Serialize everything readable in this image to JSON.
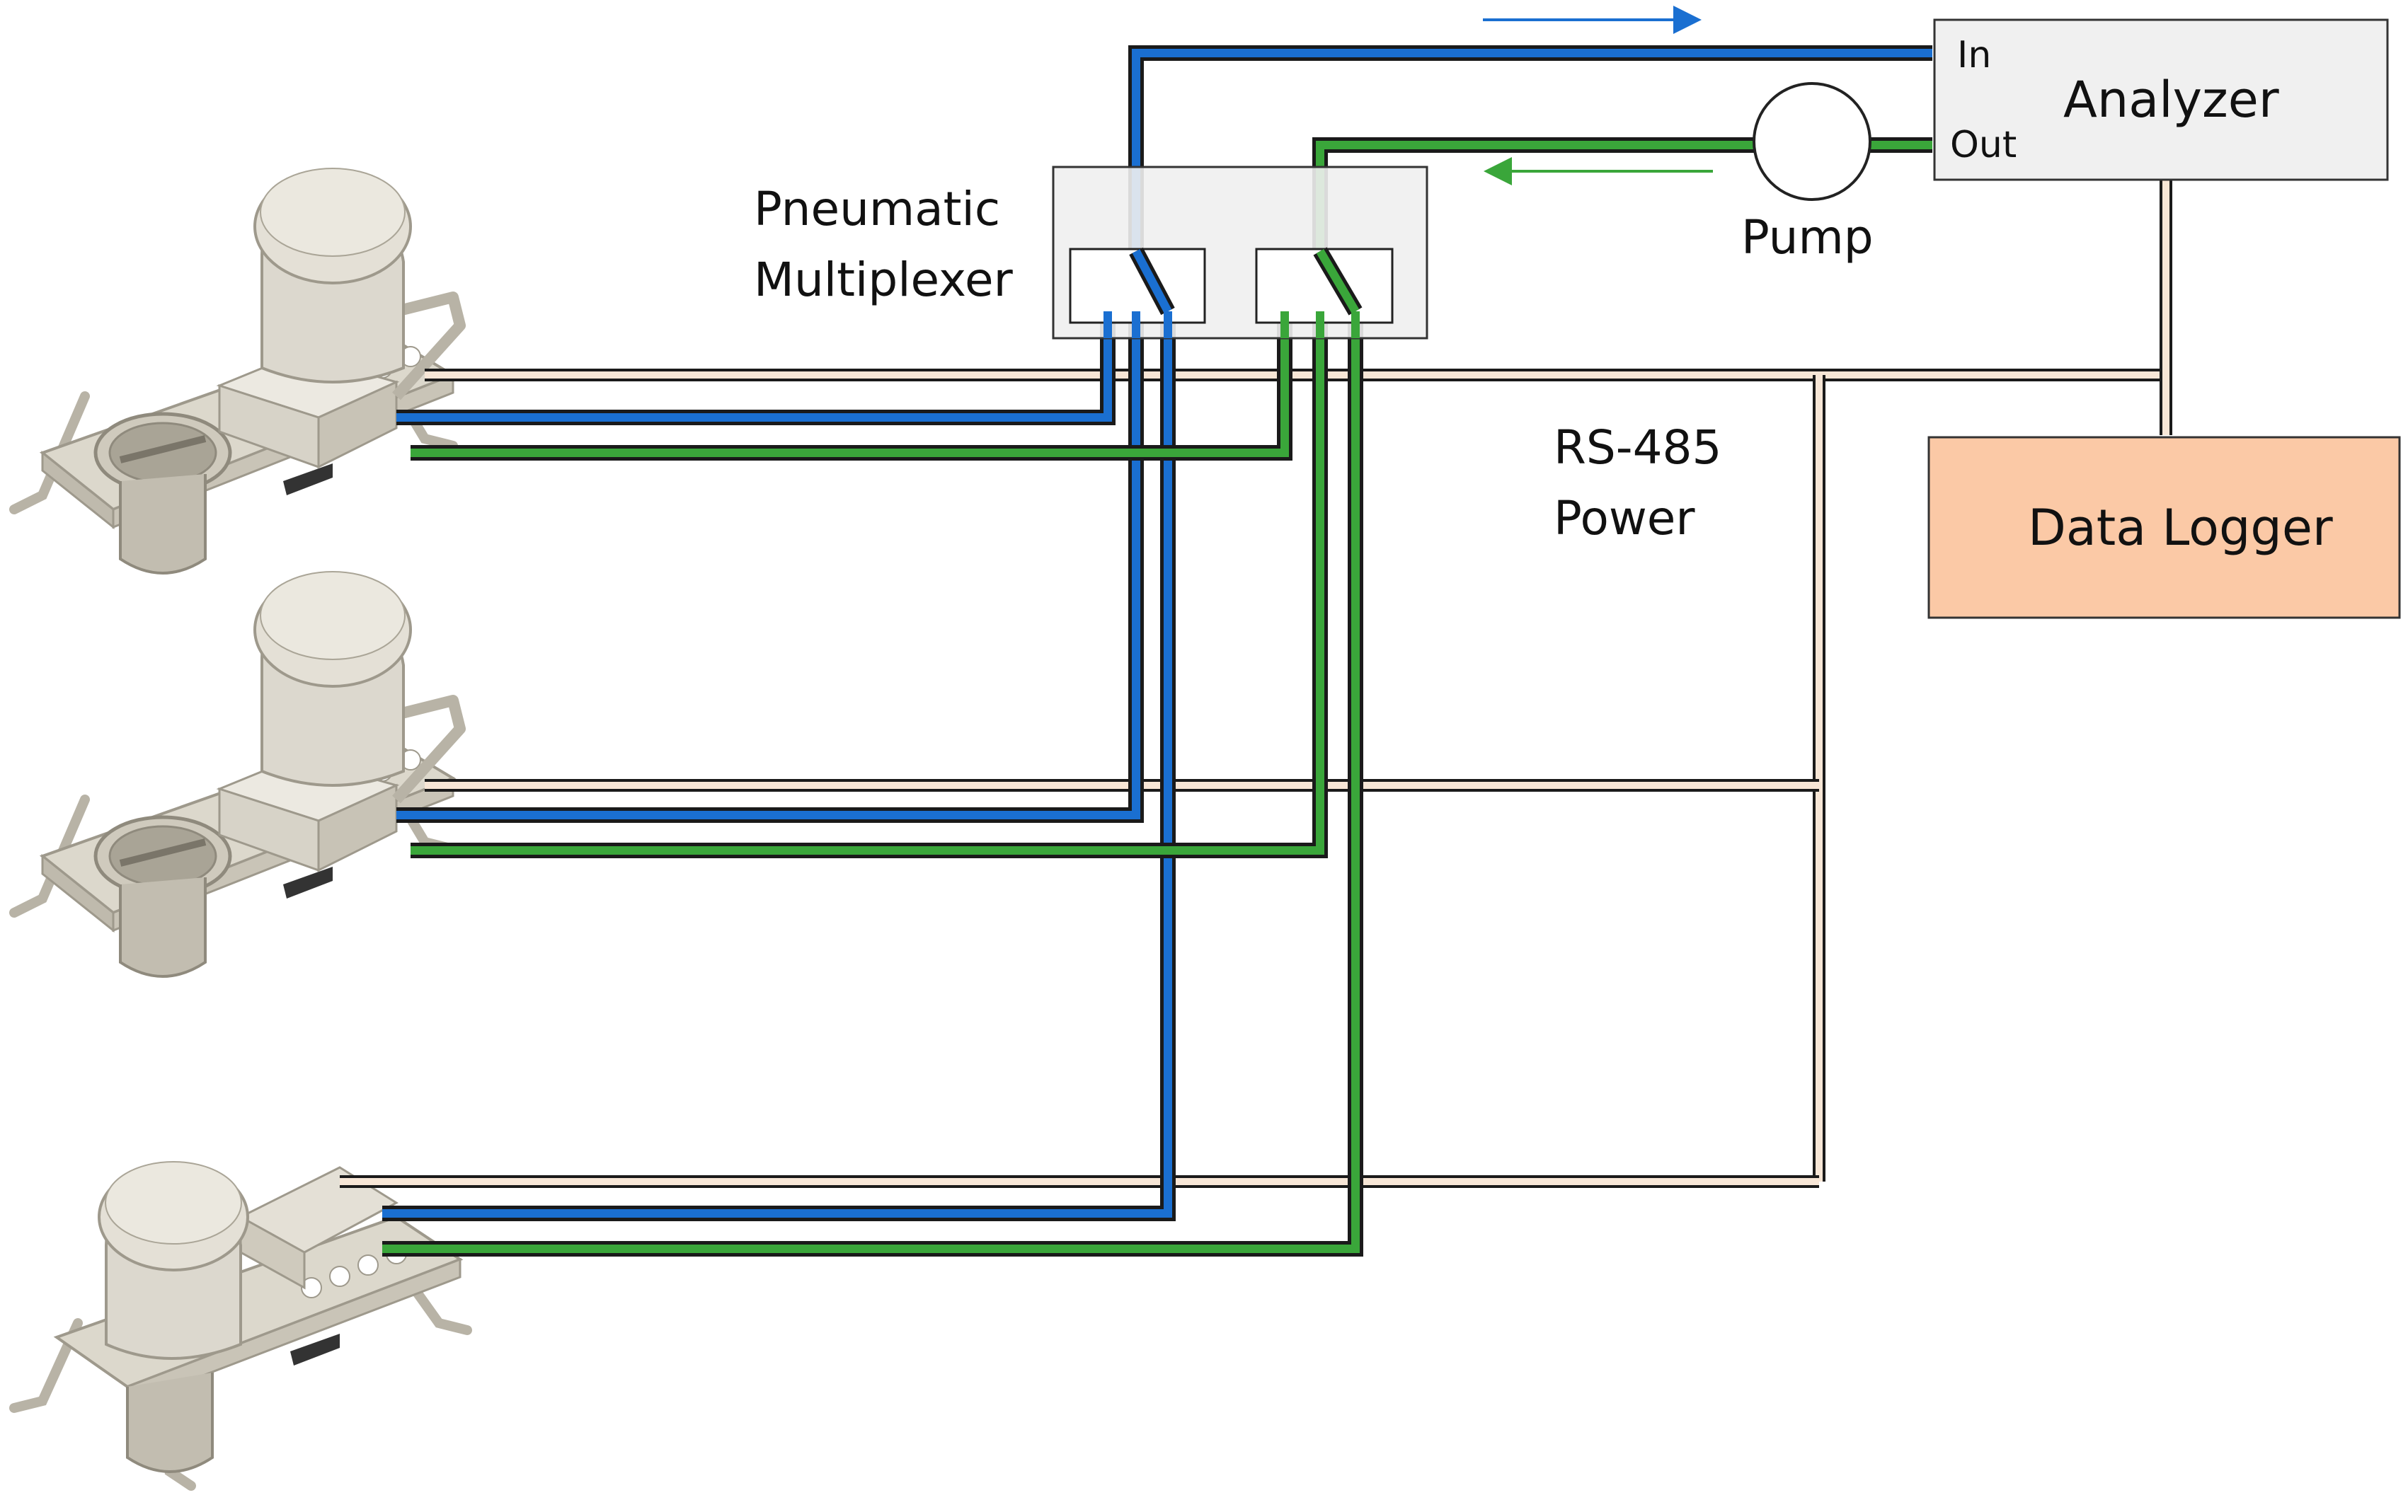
{
  "labels": {
    "multiplexer_line1": "Pneumatic",
    "multiplexer_line2": "Multiplexer",
    "pump": "Pump",
    "analyzer": "Analyzer",
    "analyzer_in": "In",
    "analyzer_out": "Out",
    "data_logger": "Data Logger",
    "bus_line1": "RS-485",
    "bus_line2": "Power"
  },
  "colors": {
    "inlet_line": "#1a6fd1",
    "outlet_line": "#3aa63a",
    "bus_line": "#f7e6d6",
    "data_logger_fill": "#fbc9a6",
    "box_fill": "#f0f0f0",
    "chamber_body": "#e4e1d8"
  },
  "icons": {
    "chamber": "soil-flux-chamber-icon",
    "pump": "pump-circle-icon",
    "flow_arrow": "flow-direction-arrow-icon"
  }
}
